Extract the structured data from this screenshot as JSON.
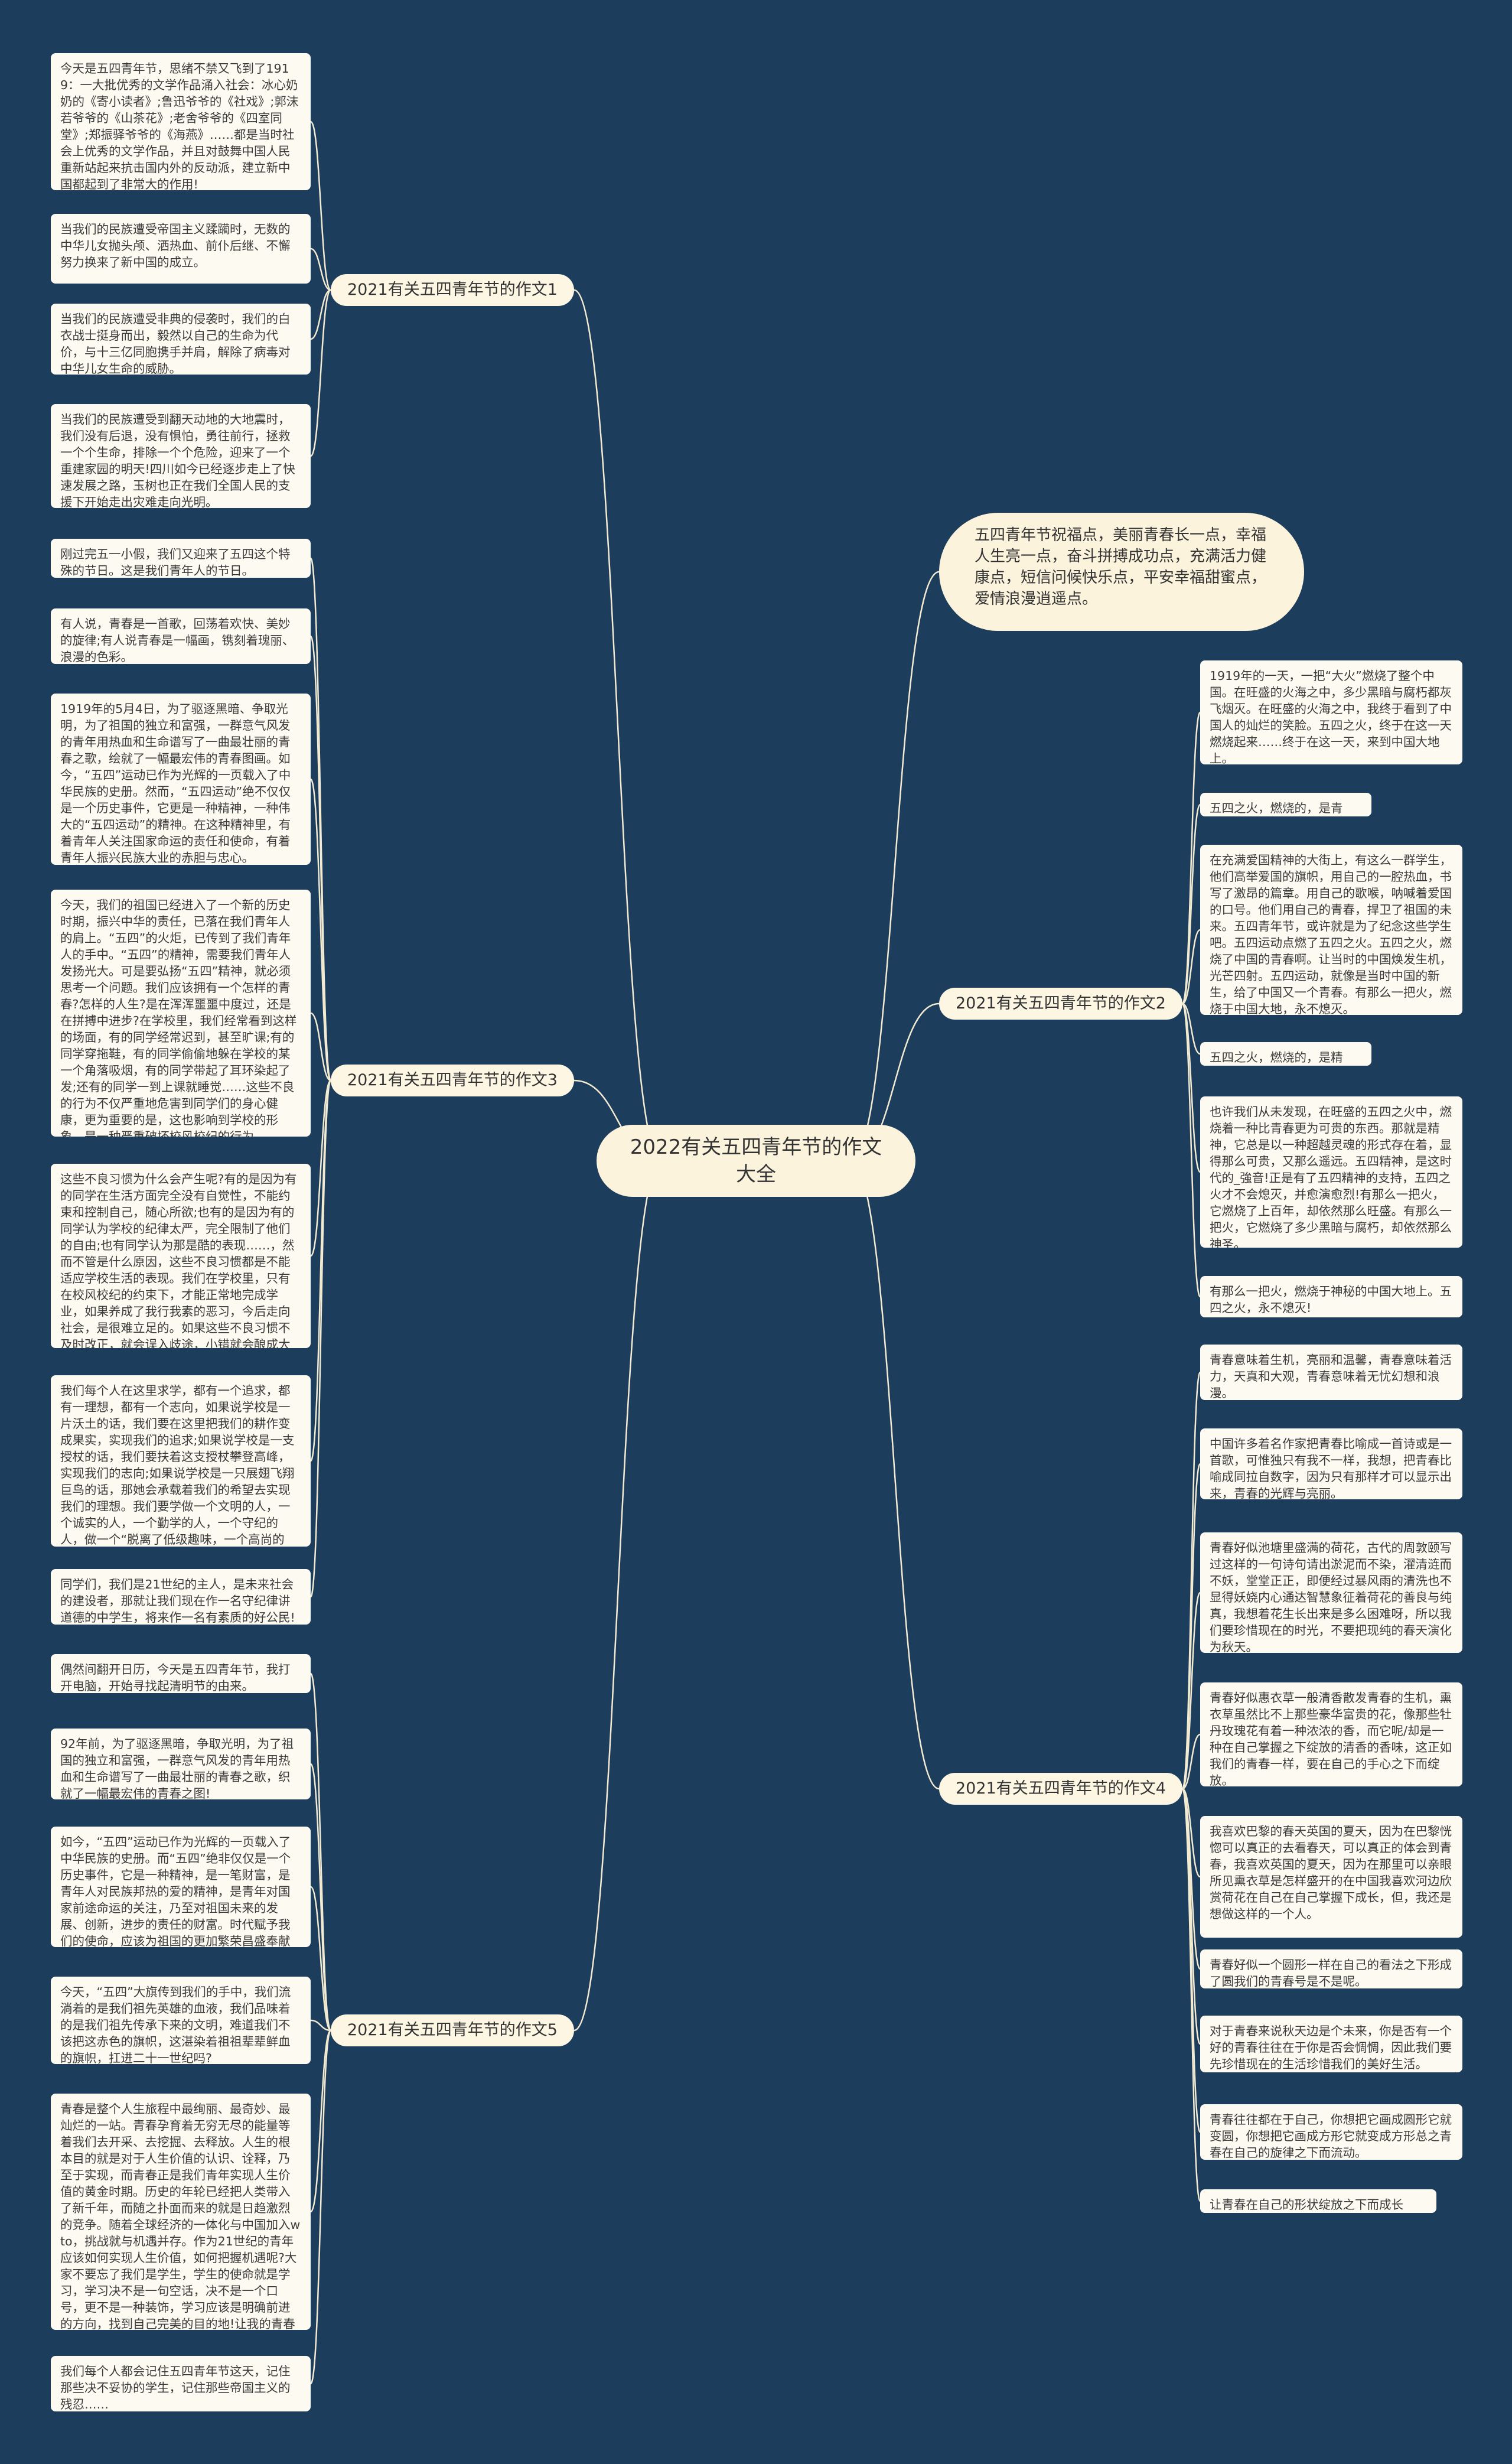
{
  "root": "2022有关五四青年节的作文大全",
  "slogan": "五四青年节祝福点，美丽青春长一点，幸福人生亮一点，奋斗拼搏成功点，充满活力健康点，短信问候快乐点，平安幸福甜蜜点，爱情浪漫逍遥点。",
  "branches": [
    {
      "title": "2021有关五四青年节的作文1",
      "leaves": [
        "今天是五四青年节，思绪不禁又飞到了1919：一大批优秀的文学作品涌入社会：冰心奶奶的《寄小读者》;鲁迅爷爷的《社戏》;郭沫若爷爷的《山茶花》;老舍爷爷的《四室同堂》;郑振驿爷爷的《海燕》……都是当时社会上优秀的文学作品，并且对鼓舞中国人民重新站起来抗击国内外的反动派，建立新中国都起到了非常大的作用!",
        "当我们的民族遭受帝国主义蹂躏时，无数的中华儿女抛头颅、洒热血、前仆后继、不懈努力换来了新中国的成立。",
        "当我们的民族遭受非典的侵袭时，我们的白衣战士挺身而出，毅然以自己的生命为代价，与十三亿同胞携手并肩，解除了病毒对中华儿女生命的威胁。",
        "当我们的民族遭受到翻天动地的大地震时，我们没有后退，没有惧怕，勇往前行，拯救一个个生命，排除一个个危险，迎来了一个重建家园的明天!四川如今已经逐步走上了快速发展之路，玉树也正在我们全国人民的支援下开始走出灾难走向光明。"
      ]
    },
    {
      "title": "2021有关五四青年节的作文3",
      "leaves": [
        "刚过完五一小假，我们又迎来了五四这个特殊的节日。这是我们青年人的节日。",
        "有人说，青春是一首歌，回荡着欢快、美妙的旋律;有人说青春是一幅画，镌刻着瑰丽、浪漫的色彩。",
        "1919年的5月4日，为了驱逐黑暗、争取光明，为了祖国的独立和富强，一群意气风发的青年用热血和生命谱写了一曲最壮丽的青春之歌，绘就了一幅最宏伟的青春图画。如今，“五四”运动已作为光辉的一页载入了中华民族的史册。然而，“五四运动”绝不仅仅是一个历史事件，它更是一种精神，一种伟大的“五四运动”的精神。在这种精神里，有着青年人关注国家命运的责任和使命，有着青年人振兴民族大业的赤胆与忠心。",
        "今天，我们的祖国已经进入了一个新的历史时期，振兴中华的责任，已落在我们青年人的肩上。“五四”的火炬，已传到了我们青年人的手中。“五四”的精神，需要我们青年人发扬光大。可是要弘扬“五四”精神，就必须思考一个问题。我们应该拥有一个怎样的青春?怎样的人生?是在浑浑噩噩中度过，还是在拼搏中进步?在学校里，我们经常看到这样的场面，有的同学经常迟到，甚至旷课;有的同学穿拖鞋，有的同学偷偷地躲在学校的某一个角落吸烟，有的同学带起了耳环染起了发;还有的同学一到上课就睡觉……这些不良的行为不仅严重地危害到同学们的身心健康，更为重要的是，这也影响到学校的形象，是一种严重破坏校风校纪的行为。",
        "这些不良习惯为什么会产生呢?有的是因为有的同学在生活方面完全没有自觉性，不能约束和控制自己，随心所欲;也有的是因为有的同学认为学校的纪律太严，完全限制了他们的自由;也有同学认为那是酷的表现……，然而不管是什么原因，这些不良习惯都是不能适应学校生活的表现。我们在学校里，只有在校风校纪的约束下，才能正常地完成学业，如果养成了我行我素的恶习，今后走向社会，是很难立足的。如果这些不良习惯不及时改正，就会误入歧途，小错就会酿成大错。",
        "我们每个人在这里求学，都有一个追求，都有一理想，都有一个志向，如果说学校是一片沃土的话，我们要在这里把我们的耕作变成果实，实现我们的追求;如果说学校是一支授杖的话，我们要扶着这支授杖攀登高峰，实现我们的志向;如果说学校是一只展翅飞翔巨鸟的话，那她会承载着我们的希望去实现我们的理想。我们要学做一个文明的人，一个诚实的人，一个勤学的人，一个守纪的人，做一个“脱离了低级趣味，一个高尚的人”。",
        "同学们，我们是21世纪的主人，是未来社会的建设者，那就让我们现在作一名守纪律讲道德的中学生，将来作一名有素质的好公民!"
      ]
    },
    {
      "title": "2021有关五四青年节的作文5",
      "leaves": [
        "偶然间翻开日历，今天是五四青年节，我打开电脑，开始寻找起清明节的由来。",
        "92年前，为了驱逐黑暗，争取光明，为了祖国的独立和富强，一群意气风发的青年用热血和生命谱写了一曲最壮丽的青春之歌，织就了一幅最宏伟的青春之图!",
        "如今，“五四”运动已作为光辉的一页载入了中华民族的史册。而“五四”绝非仅仅是一个历史事件，它是一种精神，是一笔财富，是青年人对民族邦热的爱的精神，是青年对国家前途命运的关注，乃至对祖国未来的发展、创新，进步的责任的财富。时代赋予我们的使命，应该为祖国的更加繁荣昌盛奉献我们的一切!",
        "今天，“五四”大旗传到我们的手中，我们流淌着的是我们祖先英雄的血液，我们品味着的是我们祖先传承下来的文明，难道我们不该把这赤色的旗帜，这湛染着祖祖辈辈鲜血的旗帜，扛进二十一世纪吗?",
        "青春是整个人生旅程中最绚丽、最奇妙、最灿烂的一站。青春孕育着无穷无尽的能量等着我们去开采、去挖掘、去释放。人生的根本目的就是对于人生价值的认识、诠释，乃至于实现，而青春正是我们青年实现人生价值的黄金时期。历史的年轮已经把人类带入了新千年，而随之扑面而来的就是日趋激烈的竞争。随着全球经济的一体化与中国加入wto，挑战就与机遇并存。作为21世纪的青年应该如何实现人生价值，如何把握机遇呢?大家不要忘了我们是学生，学生的使命就是学习，学习决不是一句空话，决不是一个口号，更不是一种装饰，学习应该是明确前进的方向，找到自己完美的目的地!让我的青春之潮，源远流长吧!",
        "我们每个人都会记住五四青年节这天，记住那些决不妥协的学生，记住那些帝国主义的残忍……"
      ]
    },
    {
      "title": "2021有关五四青年节的作文2",
      "leaves": [
        "1919年的一天，一把“大火”燃烧了整个中国。在旺盛的火海之中，多少黑暗与腐朽都灰飞烟灭。在旺盛的火海之中，我终于看到了中国人的灿烂的笑脸。五四之火，终于在这一天燃烧起来……终于在这一天，来到中国大地上。",
        "五四之火，燃烧的，是青春。",
        "在充满爱国精神的大街上，有这么一群学生，他们高举爱国的旗帜，用自己的一腔热血，书写了激昂的篇章。用自己的歌喉，呐喊着爱国的口号。他们用自己的青春，捍卫了祖国的未来。五四青年节，或许就是为了纪念这些学生吧。五四运动点燃了五四之火。五四之火，燃烧了中国的青春啊。让当时的中国焕发生机，光芒四射。五四运动，就像是当时中国的新生，给了中国又一个青春。有那么一把火，燃烧于中国大地，永不熄灭。",
        "五四之火，燃烧的，是精神。",
        "也许我们从未发现，在旺盛的五四之火中，燃烧着一种比青春更为可贵的东西。那就是精神，它总是以一种超越灵魂的形式存在着，显得那么可贵，又那么遥远。五四精神，是这时代的_強音!正是有了五四精神的支持，五四之火才不会熄灭，并愈演愈烈!有那么一把火，它燃烧了上百年，却依然那么旺盛。有那么一把火，它燃烧了多少黑暗与腐朽，却依然那么神圣。",
        "有那么一把火，燃烧于神秘的中国大地上。五四之火，永不熄灭!"
      ]
    },
    {
      "title": "2021有关五四青年节的作文4",
      "leaves": [
        "青春意味着生机，亮丽和温馨，青春意味着活力，天真和大观，青春意味着无忧幻想和浪漫。",
        "中国许多着名作家把青春比喻成一首诗或是一首歌，可惟独只有我不一样，我想，把青春比喻成同拉自数字，因为只有那样才可以显示出来，青春的光辉与亮丽。",
        "青春好似池塘里盛满的荷花，古代的周敦颐写过这样的一句诗句请出淤泥而不染，濯清涟而不妖，堂堂正正，即便经过暴风雨的清洗也不显得妖娆内心通达智慧象征着荷花的善良与纯真，我想着花生长出来是多么困难呀，所以我们要珍惜现在的时光，不要把现纯的春天演化为秋天。",
        "青春好似惠衣草一般清香散发青春的生机，熏衣草虽然比不上那些豪华富贵的花，像那些牡丹玫瑰花有着一种浓浓的香，而它呢/却是一种在自己掌握之下绽放的清香的香味，这正如我们的青春一样，要在自己的手心之下而绽放。",
        "我喜欢巴黎的春天英国的夏天，因为在巴黎恍惚可以真正的去看春天，可以真正的体会到青春，我喜欢英国的夏天，因为在那里可以亲眼所见熏衣草是怎样盛开的在中国我喜欢河边欣赏荷花在自己在自己掌握下成长，但，我还是想做这样的一个人。",
        "青春好似一个圆形一样在自己的看法之下形成了圆我们的青春号是不是呢。",
        "对于青春来说秋天边是个未来，你是否有一个好的青春往往在于你是否会惆惆，因此我们要先珍惜现在的生活珍惜我们的美好生活。",
        "青春往往都在于自己，你想把它画成圆形它就变圆，你想把它画成方形它就变成方形总之青春在自己的旋律之下而流动。",
        "让青春在自己的形状绽放之下而成长吧。"
      ]
    }
  ]
}
